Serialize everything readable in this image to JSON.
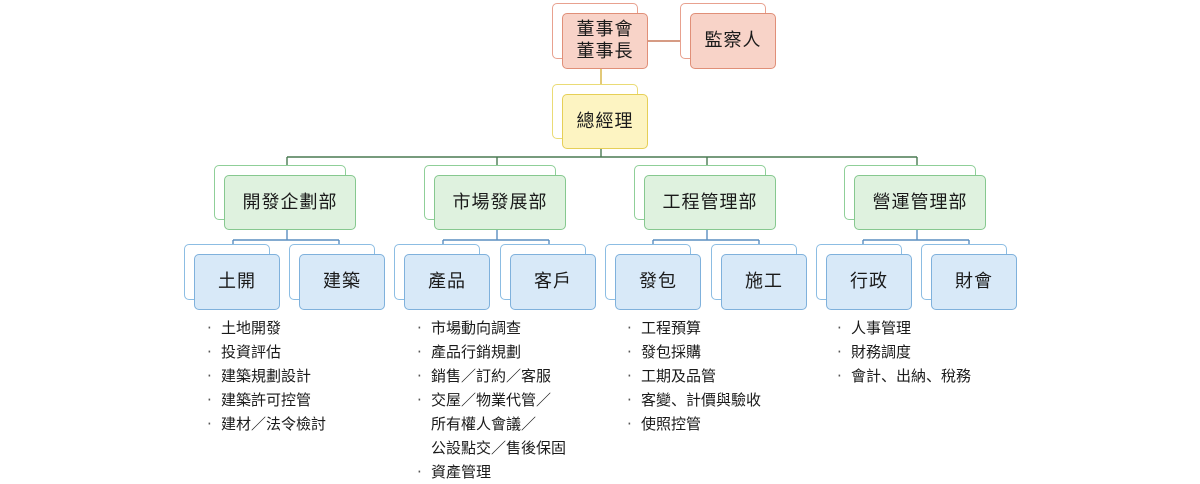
{
  "board": {
    "line1": "董事會",
    "line2": "董事長"
  },
  "supervisor": "監察人",
  "gm": "總經理",
  "departments": [
    {
      "name": "開發企劃部",
      "units": [
        "土開",
        "建築"
      ]
    },
    {
      "name": "市場發展部",
      "units": [
        "產品",
        "客戶"
      ]
    },
    {
      "name": "工程管理部",
      "units": [
        "發包",
        "施工"
      ]
    },
    {
      "name": "營運管理部",
      "units": [
        "行政",
        "財會"
      ]
    }
  ],
  "duties": [
    [
      "土地開發",
      "投資評估",
      "建築規劃設計",
      "建築許可控管",
      "建材／法令檢討"
    ],
    [
      "市場動向調查",
      "產品行銷規劃",
      "銷售／訂約／客服",
      "交屋／物業代管／",
      "所有權人會議／",
      "公設點交／售後保固",
      "資產管理"
    ],
    [
      "工程預算",
      "發包採購",
      "工期及品管",
      "客變、計價與驗收",
      "使照控管"
    ],
    [
      "人事管理",
      "財務調度",
      "會計、出納、稅務"
    ]
  ],
  "colors": {
    "board": "#f8d3c8",
    "gm": "#fdf4c2",
    "department": "#dff2df",
    "unit": "#d8e9f8",
    "connector": "#4a7a52"
  }
}
